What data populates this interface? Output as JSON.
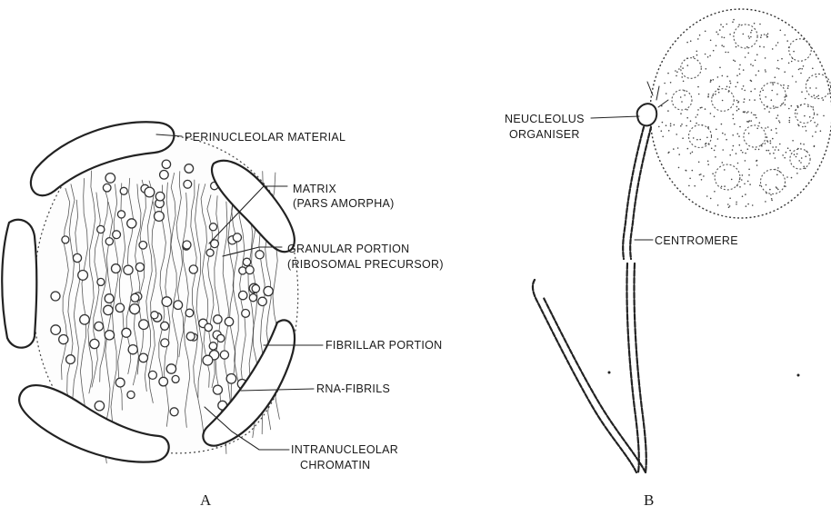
{
  "panel_a": {
    "labels": {
      "perinucleolar": "PERINUCLEOLAR MATERIAL",
      "matrix_1": "MATRIX",
      "matrix_2": "(PARS AMORPHA)",
      "granular_1": "GRANULAR PORTION",
      "granular_2": "(RIBOSOMAL PRECURSOR)",
      "fibrillar": "FIBRILLAR PORTION",
      "rna_fibrils": "RNA-FIBRILS",
      "intranucleolar_1": "INTRANUCLEOLAR",
      "intranucleolar_2": "CHROMATIN"
    },
    "caption": "A"
  },
  "panel_b": {
    "labels": {
      "organiser_1": "NEUCLEOLUS",
      "organiser_2": "ORGANISER",
      "centromere": "CENTROMERE"
    },
    "caption": "B"
  }
}
